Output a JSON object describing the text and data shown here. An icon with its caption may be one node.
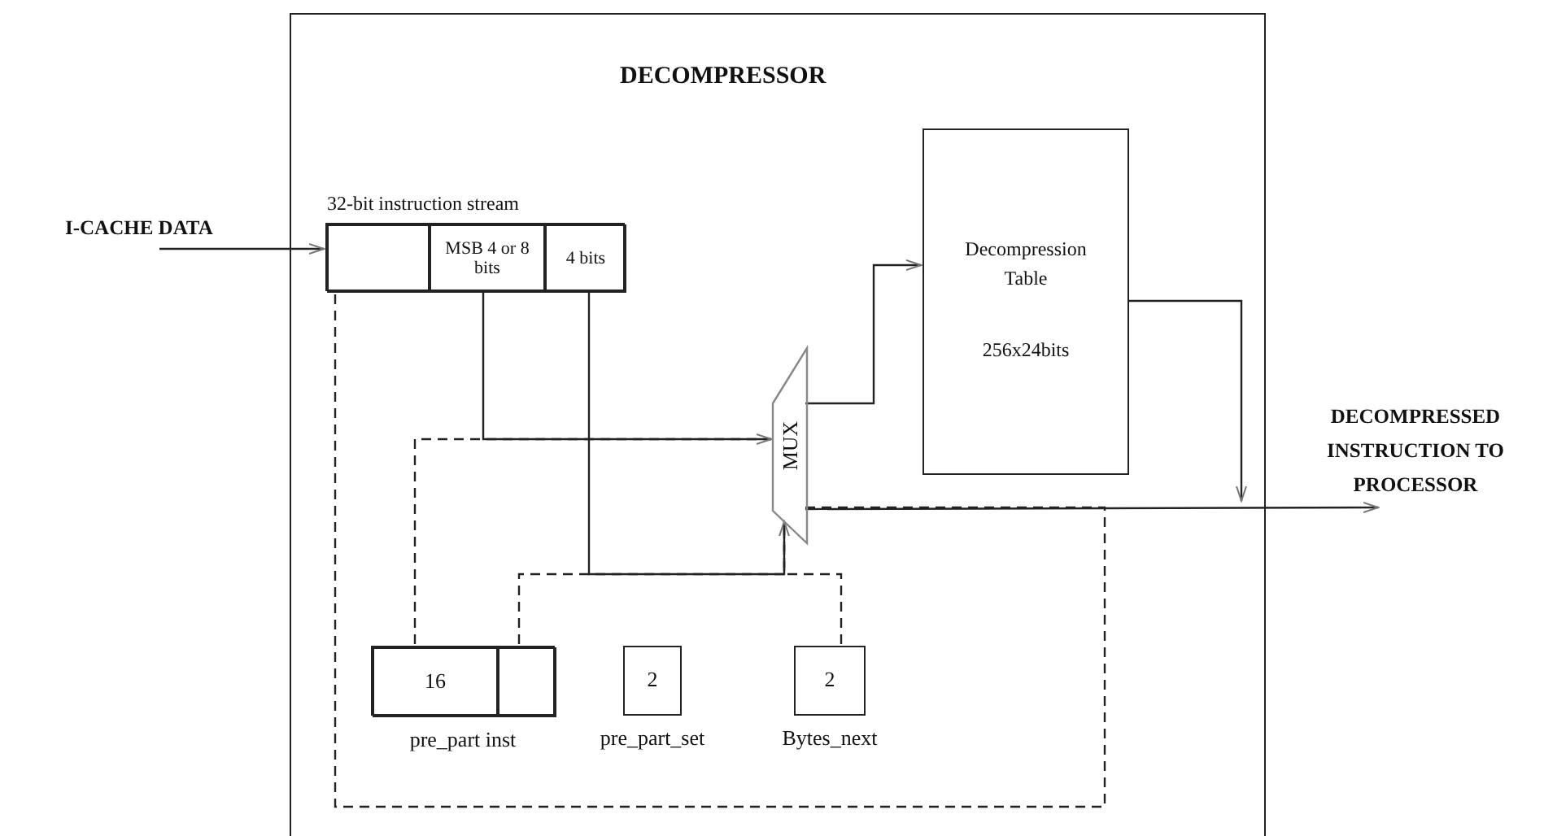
{
  "diagram": {
    "nodes": [
      {
        "text": [
          "DECOMPRESSOR"
        ]
      },
      {
        "text": [
          "32-bit instruction stream"
        ],
        "in": 0
      },
      {
        "text": [],
        "shape": "box",
        "in": 1
      },
      {
        "text": [
          "MSB 4 or 8 bits"
        ],
        "in": 1
      },
      {
        "text": [
          "4 bits"
        ],
        "in": 1
      },
      {
        "text": [
          "MUX"
        ],
        "in": 0
      },
      {
        "text": [
          "Decompression Table",
          "256x24bits"
        ],
        "in": 0
      },
      {
        "text": [],
        "shape": "box",
        "beside": [
          "pre_part inst"
        ],
        "in": 0
      },
      {
        "text": [
          "16"
        ],
        "in": 7
      },
      {
        "text": [],
        "shape": "box",
        "in": 7
      },
      {
        "text": [
          "2"
        ],
        "beside": [
          "pre_part_set"
        ],
        "in": 0
      },
      {
        "text": [
          "2"
        ],
        "beside": [
          "Bytes_next"
        ],
        "in": 0
      },
      {
        "text": [
          "DECOMPRESSED INSTRUCTION TO PROCESSOR"
        ]
      }
    ],
    "edges": [
      {
        "from": null,
        "to": 1,
        "arrow": "to"
      },
      {
        "from": 3,
        "to": 5,
        "arrow": "to"
      },
      {
        "from": 4,
        "to": 5,
        "arrow": "to"
      },
      {
        "from": 5,
        "to": 6,
        "arrow": "to"
      },
      {
        "from": 6,
        "to": null,
        "arrow": "to"
      },
      {
        "from": 5,
        "to": 12,
        "arrow": "to"
      },
      {
        "from": 5,
        "to": 2,
        "arrow": "none",
        "style": "dashed"
      },
      {
        "from": 8,
        "to": 5,
        "arrow": "none",
        "style": "dashed"
      },
      {
        "from": 9,
        "to": 5,
        "arrow": "none",
        "style": "dashed"
      },
      {
        "from": 11,
        "to": 5,
        "arrow": "none",
        "style": "dashed"
      }
    ],
    "labels": [
      "I-CACHE DATA"
    ]
  }
}
